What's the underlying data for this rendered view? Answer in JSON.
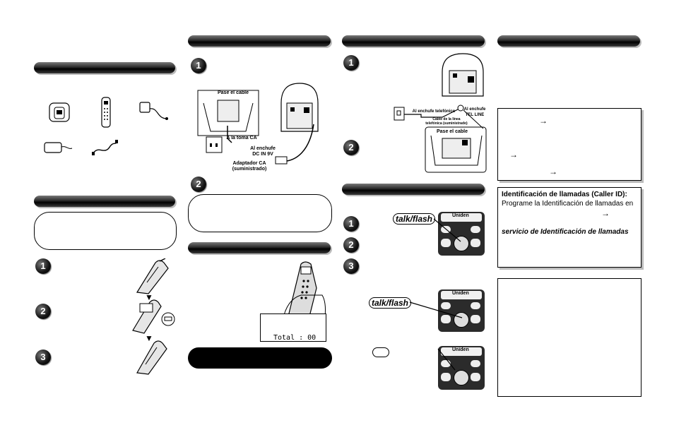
{
  "col2": {
    "cable_label": "Pase el cable",
    "ac_outlet": "A la toma CA",
    "dc_jack": "Al enchufe\nDC IN 9V",
    "adapter": "Adaptador CA\n(suministrado)",
    "lcd_text": "Total : 00"
  },
  "col3": {
    "wall_jack": "Al enchufe telefónico",
    "tel_line": "Al enchufe\nTEL LINE",
    "line_cord": "Cable de la línea\ntelefónica (suministrado)",
    "cable_label": "Pase el cable",
    "talk_flash": "talk/flash",
    "brand": "Uniden"
  },
  "col4": {
    "arrow": "→",
    "caller_id_title": "Identificación de llamadas (Caller ID):",
    "caller_id_text": "Programe la Identificación de llamadas en",
    "caller_id_service": "servicio de Identificación de llamadas"
  },
  "steps": [
    "1",
    "2",
    "3"
  ]
}
